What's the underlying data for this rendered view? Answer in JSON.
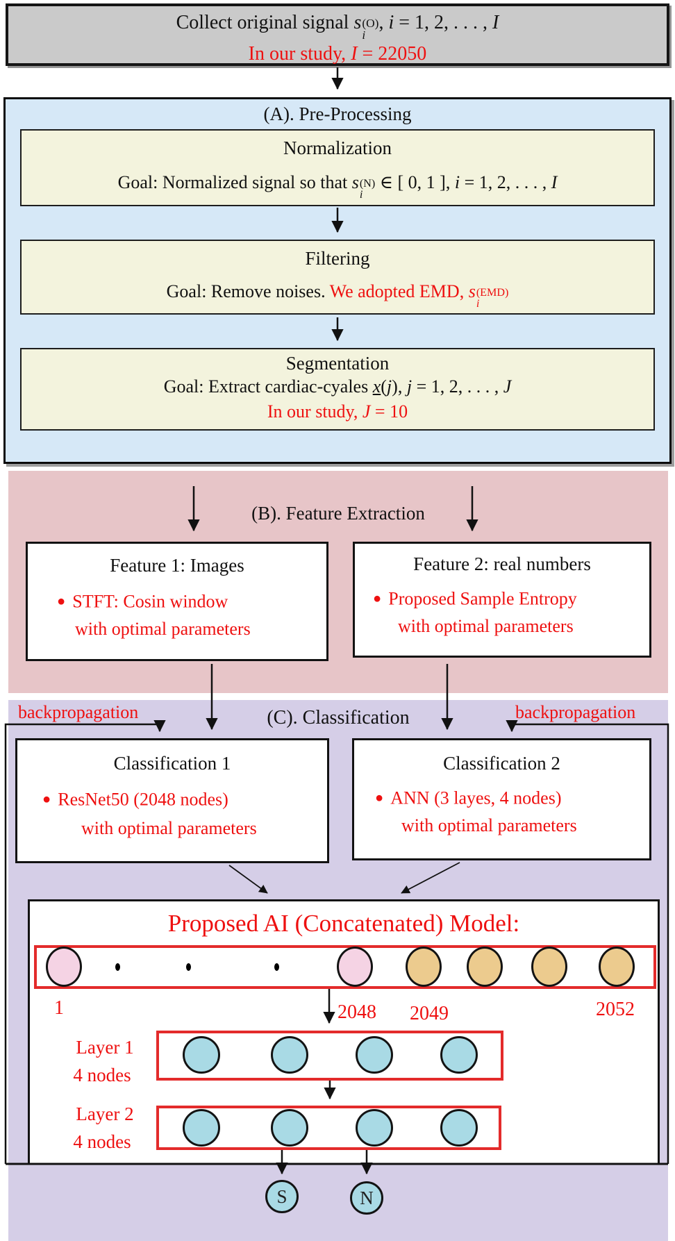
{
  "colors": {
    "red_text": "#ee1010",
    "red_border": "#e32b2b",
    "section_a_bg": "#d6e8f7",
    "section_b_bg": "#e7c5c8",
    "section_c_bg": "#d5cee7",
    "gray_bg": "#cacaca",
    "cream_bg": "#f3f3dd",
    "node_pink": "#f5d3e4",
    "node_tan": "#eccb8e",
    "node_blue": "#a9dae5"
  },
  "top_box": {
    "line1_html": "Collect original signal <i>s</i><span class='stk'><sup>(O)</sup><sub>i</sub></span>, <i>i</i> = 1, 2, . . . , <i>I</i>",
    "line2_html": "In our study, <i>I</i> = 22050"
  },
  "preprocessing": {
    "title": "(A). Pre-Processing",
    "normalization": {
      "title": "Normalization",
      "goal_html": "Goal: Normalized signal so that <i>s</i><span class='stk'><sup>(N)</sup><sub>i</sub></span> &#8712; [ 0, 1 ], <i>i</i> = 1, 2, . . . , <i>I</i>"
    },
    "filtering": {
      "title": "Filtering",
      "goal_black_html": "Goal: Remove noises. ",
      "goal_red_html": "We adopted EMD, <i>s</i><span class='stk'><sup>(EMD)</sup><sub>i</sub></span>"
    },
    "segmentation": {
      "title": "Segmentation",
      "goal_html": "Goal: Extract cardiac-cyales <u><i>x</i></u>(<i>j</i>), <i>j</i> = 1, 2, . . . , <i>J</i>",
      "note_html": "In our study, <i>J</i> = 10"
    }
  },
  "feature_extraction": {
    "title": "(B). Feature Extraction",
    "feature1": {
      "title": "Feature 1: Images",
      "bullet": "●",
      "line1": "STFT: Cosin window",
      "line2": "with optimal parameters"
    },
    "feature2": {
      "title": "Feature 2: real numbers",
      "bullet": "●",
      "line1": "Proposed Sample Entropy",
      "line2": "with optimal parameters"
    }
  },
  "classification": {
    "title": "(C). Classification",
    "backprop_left": "backpropagation",
    "backprop_right": "backpropagation",
    "class1": {
      "title": "Classification 1",
      "bullet": "●",
      "line1": "ResNet50 (2048 nodes)",
      "line2": "with optimal parameters"
    },
    "class2": {
      "title": "Classification 2",
      "bullet": "●",
      "line1": "ANN (3 layes, 4 nodes)",
      "line2": "with optimal parameters"
    }
  },
  "model": {
    "title": "Proposed AI (Concatenated) Model:",
    "input_labels": {
      "first": "1",
      "n2048": "2048",
      "n2049": "2049",
      "n2052": "2052"
    },
    "layer1": {
      "line1": "Layer 1",
      "line2": "4 nodes"
    },
    "layer2": {
      "line1": "Layer 2",
      "line2": "4 nodes"
    },
    "outputs": {
      "s": "S",
      "n": "N"
    }
  }
}
